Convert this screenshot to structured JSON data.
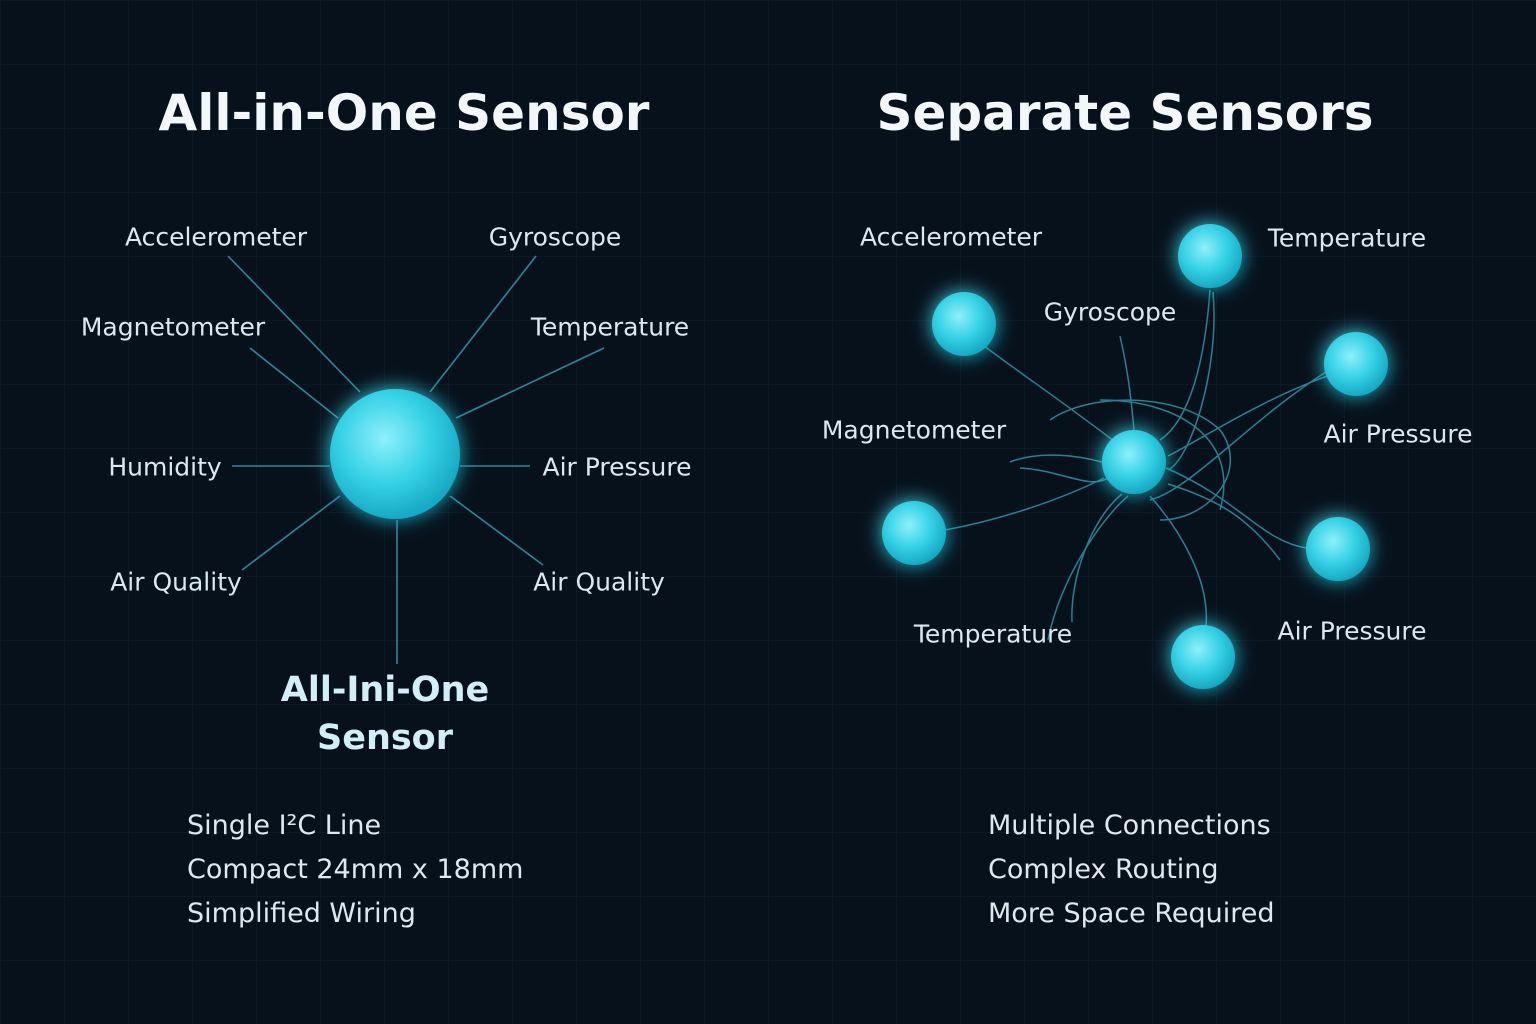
{
  "colors": {
    "background": "#07111c",
    "accent": "#1fc8df",
    "node_fill": "#39d3e6",
    "wire": "#2f93a8",
    "divider": "#2ec4dd"
  },
  "left": {
    "title": "All-in-One Sensor",
    "labels": [
      "Accelerometer",
      "Gyroscope",
      "Magnetometer",
      "Temperature",
      "Humidity",
      "Air Pressure",
      "Air Quality",
      "Air Quality"
    ],
    "caption_line1": "All-Ini-One",
    "caption_line2": "Sensor",
    "bullets": [
      "Single I²C Line",
      "Compact 24mm x 18mm",
      "Simplified Wiring"
    ]
  },
  "right": {
    "title": "Separate Sensors",
    "labels": [
      "Accelerometer",
      "Temperature",
      "Gyroscope",
      "Magnetometer",
      "Air Pressure",
      "Temperature",
      "Air Pressure"
    ],
    "bullets": [
      "Multiple Connections",
      "Complex Routing",
      "More Space Required"
    ]
  }
}
